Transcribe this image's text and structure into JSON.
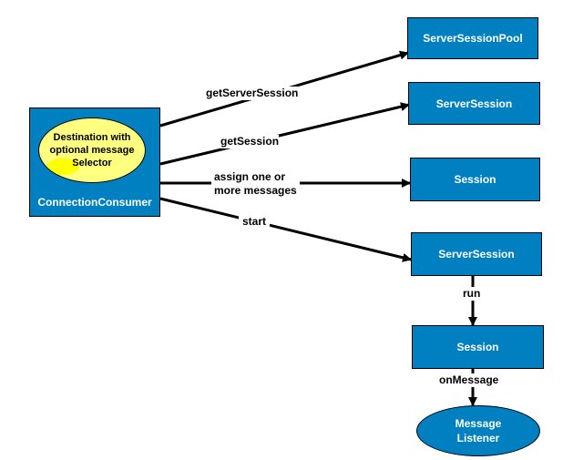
{
  "diagram": {
    "source": {
      "name": "ConnectionConsumer",
      "inner_lines": [
        "Destination with",
        "optional message",
        "Selector"
      ]
    },
    "targets": [
      {
        "id": "pool",
        "label": "ServerSessionPool"
      },
      {
        "id": "ss1",
        "label": "ServerSession"
      },
      {
        "id": "s1",
        "label": "Session"
      },
      {
        "id": "ss2",
        "label": "ServerSession"
      },
      {
        "id": "s2",
        "label": "Session"
      }
    ],
    "listener": {
      "lines": [
        "Message",
        "Listener"
      ]
    },
    "edges": [
      {
        "from": "ConnectionConsumer",
        "to": "ServerSessionPool",
        "label": "getServerSession"
      },
      {
        "from": "ConnectionConsumer",
        "to": "ServerSession",
        "label": "getSession"
      },
      {
        "from": "ConnectionConsumer",
        "to": "Session",
        "label_lines": [
          "assign one or",
          "more messages"
        ]
      },
      {
        "from": "ConnectionConsumer",
        "to": "ServerSession",
        "label": "start"
      },
      {
        "from": "ServerSession",
        "to": "Session",
        "label": "run"
      },
      {
        "from": "Session",
        "to": "Message Listener",
        "label": "onMessage"
      }
    ]
  }
}
